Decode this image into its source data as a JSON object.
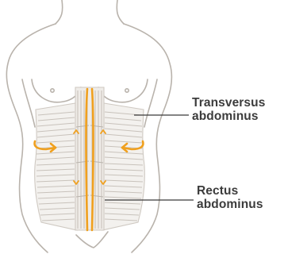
{
  "labels": {
    "transversus": {
      "line1": "Transversus",
      "line2": "abdominus"
    },
    "rectus": {
      "line1": "Rectus",
      "line2": "abdominus"
    }
  },
  "colors": {
    "outline": "#b9b3ac",
    "muscle_hatch": "#cfc9c2",
    "highlight": "#f0a01e",
    "leader": "#3a3a3a",
    "text": "#3c3c3c"
  },
  "icons": [
    "torso-outline",
    "abdominal-muscle-illustration",
    "contraction-arrow-icon"
  ]
}
